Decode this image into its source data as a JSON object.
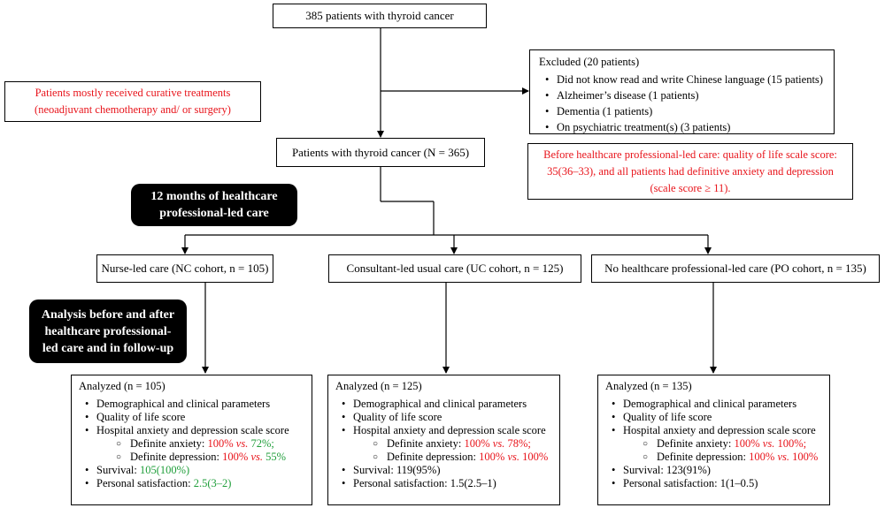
{
  "top_box": {
    "text": "385 patients with thyroid cancer"
  },
  "excluded": {
    "title": "Excluded (20 patients)",
    "items": [
      "Did not know read and write Chinese language (15 patients)",
      "Alzheimer’s disease (1 patients)",
      "Dementia (1 patients)",
      "On psychiatric treatment(s) (3 patients)"
    ]
  },
  "left_note": {
    "line1": "Patients mostly received curative treatments",
    "line2": "(neoadjuvant chemotherapy and/ or surgery)"
  },
  "middle_box": {
    "text": "Patients with thyroid cancer (N = 365)"
  },
  "right_note": {
    "line1": "Before healthcare professional-led care: quality of life scale score:",
    "line2": "35(36–33), and all patients had definitive anxiety and depression",
    "line3": "(scale score ≥ 11)."
  },
  "black_label_1": {
    "line1": "12 months of healthcare",
    "line2": "professional-led care"
  },
  "black_label_2": {
    "line1": "Analysis before and after",
    "line2": "healthcare professional-",
    "line3": "led care and in follow-up"
  },
  "cohorts": [
    {
      "label": "Nurse-led care (NC cohort, n = 105)"
    },
    {
      "label": "Consultant-led usual care (UC cohort, n = 125)"
    },
    {
      "label": "No healthcare professional-led care (PO cohort, n = 135)"
    }
  ],
  "common": {
    "demographics": "Demographical and clinical parameters",
    "qol": "Quality of life score",
    "hads": "Hospital anxiety and depression scale score",
    "anxiety_label": "Definite anxiety: ",
    "depression_label": "Definite depression: ",
    "vs": "vs.",
    "survival_label": "Survival: ",
    "satisfaction_label": "Personal satisfaction: "
  },
  "panels": [
    {
      "title": "Analyzed (n = 105)",
      "anxiety_before": "100%",
      "anxiety_after": "72%;",
      "depression_before": "100%",
      "depression_after": "55%",
      "survival": "105(100%)",
      "satisfaction": "2.5(3–2)"
    },
    {
      "title": "Analyzed (n = 125)",
      "anxiety_before": "100%",
      "anxiety_after": "78%;",
      "depression_before": "100%",
      "depression_after": "100%",
      "survival": "119(95%)",
      "satisfaction": "1.5(2.5–1)"
    },
    {
      "title": "Analyzed (n = 135)",
      "anxiety_before": "100%",
      "anxiety_after": "100%;",
      "depression_before": "100%",
      "depression_after": "100%",
      "survival": "123(91%)",
      "satisfaction": "1(1–0.5)"
    }
  ],
  "colors": {
    "red": "#e8141b",
    "green": "#1f9e3a",
    "black": "#000000"
  }
}
